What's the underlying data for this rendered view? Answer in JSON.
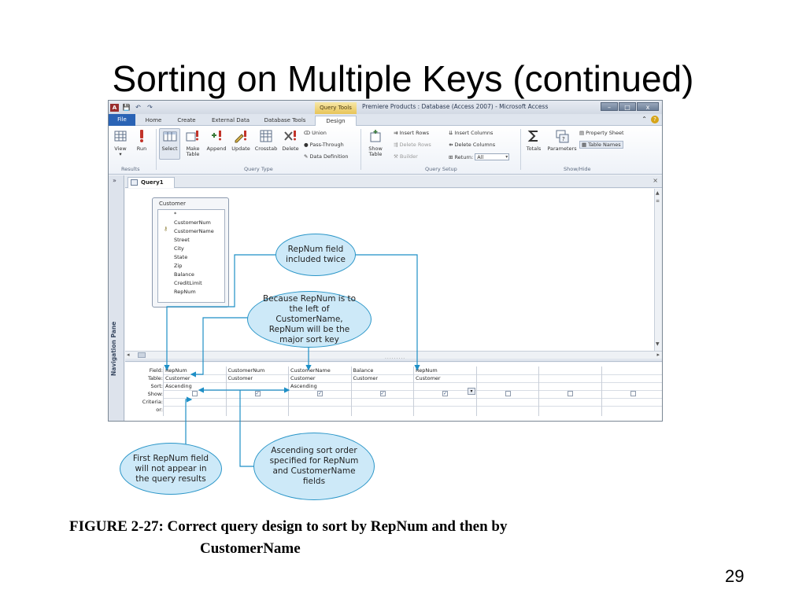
{
  "slide": {
    "title": "Sorting on Multiple Keys (continued)",
    "caption_line1": "FIGURE 2-27: Correct query design to sort by RepNum and then by",
    "caption_line2": "CustomerName",
    "page_number": "29"
  },
  "window": {
    "title": "Premiere Products : Database (Access 2007)  -  Microsoft Access",
    "context_tab": "Query Tools",
    "qat": {
      "app_icon": "A",
      "save": "💾",
      "undo": "↶",
      "redo": "↷"
    },
    "controls": {
      "minimize": "–",
      "maximize": "□",
      "close": "x"
    }
  },
  "tabs": {
    "file": "File",
    "home": "Home",
    "create": "Create",
    "external_data": "External Data",
    "database_tools": "Database Tools",
    "design": "Design",
    "help": "?"
  },
  "ribbon": {
    "results": {
      "view": "View",
      "run": "Run",
      "label": "Results"
    },
    "query_type": {
      "select": "Select",
      "make_table_1": "Make",
      "make_table_2": "Table",
      "append": "Append",
      "update": "Update",
      "crosstab": "Crosstab",
      "delete": "Delete",
      "union": "Union",
      "pass_through": "Pass-Through",
      "data_definition": "Data Definition",
      "label": "Query Type"
    },
    "query_setup": {
      "show_table_1": "Show",
      "show_table_2": "Table",
      "insert_rows": "Insert Rows",
      "delete_rows": "Delete Rows",
      "builder": "Builder",
      "insert_columns": "Insert Columns",
      "delete_columns": "Delete Columns",
      "return_label": "Return:",
      "return_value": "All",
      "label": "Query Setup"
    },
    "show_hide": {
      "totals": "Totals",
      "parameters": "Parameters",
      "property_sheet": "Property Sheet",
      "table_names": "Table Names",
      "label": "Show/Hide"
    }
  },
  "navigation_pane": {
    "label": "Navigation Pane",
    "toggle": "»"
  },
  "document": {
    "tab": "Query1",
    "close": "×"
  },
  "field_list": {
    "title": "Customer",
    "star": "*",
    "fields": [
      "CustomerNum",
      "CustomerName",
      "Street",
      "City",
      "State",
      "Zip",
      "Balance",
      "CreditLimit",
      "RepNum"
    ]
  },
  "design_grid": {
    "row_labels": [
      "Field:",
      "Table:",
      "Sort:",
      "Show:",
      "Criteria:",
      "or:"
    ],
    "columns": [
      {
        "field": "RepNum",
        "table": "Customer",
        "sort": "Ascending",
        "show": false
      },
      {
        "field": "CustomerNum",
        "table": "Customer",
        "sort": "",
        "show": true
      },
      {
        "field": "CustomerName",
        "table": "Customer",
        "sort": "Ascending",
        "show": true
      },
      {
        "field": "Balance",
        "table": "Customer",
        "sort": "",
        "show": true
      },
      {
        "field": "RepNum",
        "table": "Customer",
        "sort": "",
        "show": true
      },
      {
        "field": "",
        "table": "",
        "sort": "",
        "show": false
      },
      {
        "field": "",
        "table": "",
        "sort": "",
        "show": false
      },
      {
        "field": "",
        "table": "",
        "sort": "",
        "show": false
      }
    ]
  },
  "callouts": {
    "repnum_twice": "RepNum field included twice",
    "major_sort_key": "Because RepNum is to the left of CustomerName, RepNum will be the major sort key",
    "first_repnum": "First RepNum field will not appear in the query results",
    "ascending": "Ascending sort order specified for RepNum and CustomerName fields"
  },
  "colors": {
    "callout_fill": "#cde9f8",
    "callout_line": "#2b96c8",
    "file_tab": "#2a63b5",
    "context_tab": "#e8c457"
  }
}
